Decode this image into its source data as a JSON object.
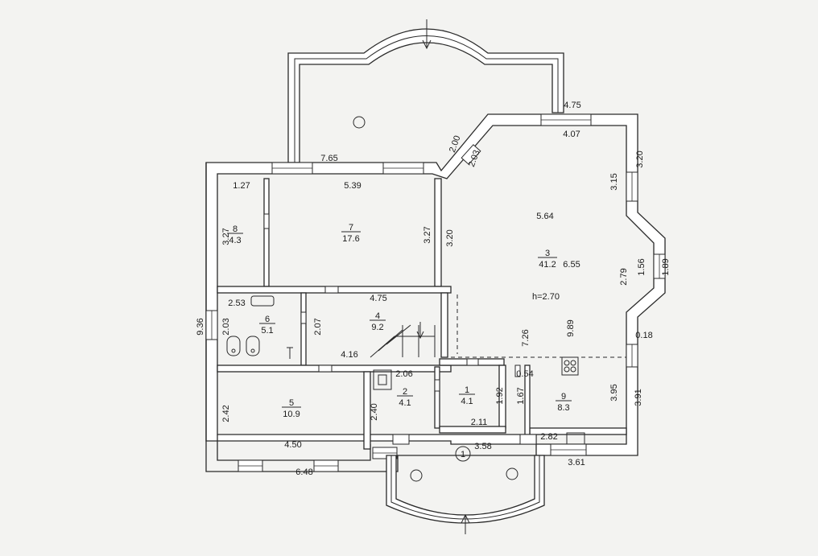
{
  "rooms": [
    {
      "id": "1",
      "number": "1",
      "area": "4.1"
    },
    {
      "id": "2",
      "number": "2",
      "area": "4.1"
    },
    {
      "id": "3",
      "number": "3",
      "area": "41.2"
    },
    {
      "id": "4",
      "number": "4",
      "area": "9.2"
    },
    {
      "id": "5",
      "number": "5",
      "area": "10.9"
    },
    {
      "id": "6",
      "number": "6",
      "area": "5.1"
    },
    {
      "id": "7",
      "number": "7",
      "area": "17.6"
    },
    {
      "id": "8",
      "number": "8",
      "area": "4.3"
    },
    {
      "id": "9",
      "number": "9",
      "area": "8.3"
    }
  ],
  "dimensions": {
    "d_4_75_top": "4.75",
    "d_4_07": "4.07",
    "d_3_20_right": "3.20",
    "d_3_15": "3.15",
    "d_2_00": "2.00",
    "d_2_03_diag": "2.03",
    "d_7_65": "7.65",
    "d_1_27": "1.27",
    "d_5_39": "5.39",
    "d_3_27_left": "3.27",
    "d_3_27_mid": "3.27",
    "d_3_20_mid": "3.20",
    "d_5_64": "5.64",
    "d_6_55": "6.55",
    "d_2_79": "2.79",
    "d_1_56": "1.56",
    "d_1_89": "1.89",
    "d_h": "h=2.70",
    "d_2_53": "2.53",
    "d_4_75_mid": "4.75",
    "d_9_36": "9.36",
    "d_2_03_left": "2.03",
    "d_2_07": "2.07",
    "d_4_16": "4.16",
    "d_7_26": "7.26",
    "d_9_89": "9.89",
    "d_0_18": "0.18",
    "d_0_54": "0.54",
    "d_2_06": "2.06",
    "d_2_42": "2.42",
    "d_2_40": "2.40",
    "d_1_92": "1.92",
    "d_1_67": "1.67",
    "d_3_95": "3.95",
    "d_3_91": "3.91",
    "d_2_11": "2.11",
    "d_3_58": "3.58",
    "d_2_82": "2.82",
    "d_4_50": "4.50",
    "d_6_48": "6.48",
    "d_3_61": "3.61"
  },
  "entrance_marker": "1"
}
